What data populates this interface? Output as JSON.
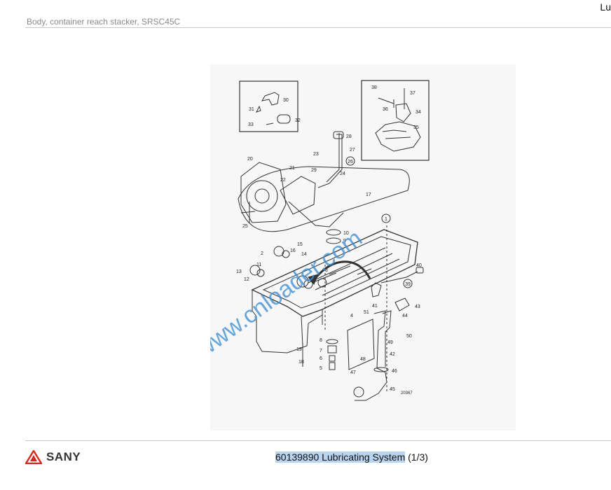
{
  "header": {
    "document_title": "Body, container reach stacker, SRSC45C",
    "corner_fragment": "Lu"
  },
  "figure": {
    "part_numbers": [
      "1",
      "2",
      "3",
      "4",
      "5",
      "6",
      "7",
      "8",
      "9",
      "10",
      "11",
      "12",
      "13",
      "14",
      "15",
      "16",
      "17",
      "18",
      "19",
      "20",
      "21",
      "22",
      "23",
      "24",
      "25",
      "26",
      "27",
      "28",
      "29",
      "30",
      "31",
      "32",
      "33",
      "34",
      "35",
      "36",
      "37",
      "38",
      "39",
      "40",
      "41",
      "42",
      "43",
      "44",
      "45",
      "46",
      "47",
      "48",
      "49",
      "50",
      "51"
    ],
    "drawing_number": "20367",
    "watermark": "www.cnloader.com"
  },
  "footer": {
    "brand": "SANY",
    "caption_code_title": "60139890 Lubricating System",
    "caption_page": "(1/3)"
  },
  "colors": {
    "watermark": "#3d8fd4",
    "highlight": "#b9d4ef",
    "brand_red": "#d7261b"
  }
}
